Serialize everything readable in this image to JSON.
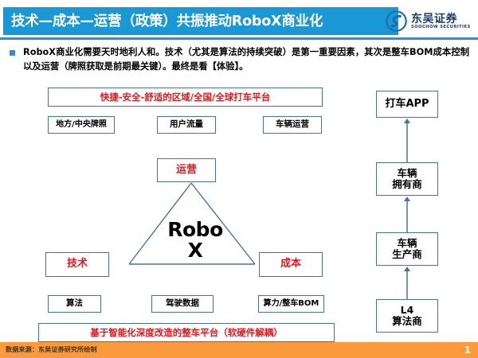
{
  "header": {
    "title": "技术—成本—运营（政策）共振推动RoboX商业化",
    "bar_color": "#1a97d5",
    "logo": {
      "name_cn": "东吴证券",
      "name_en": "SOOCHOW SECURITIES",
      "mark_icon": "soochow-swirl-icon",
      "color": "#1b3a67"
    }
  },
  "bullet": {
    "marker_icon": "square-bullet-icon",
    "marker_color": "#2f8fd0",
    "text": "RoboX商业化需要天时地利人和。技术（尤其是算法的持续突破）是第一重要因素，其次是整车BOM成本控制以及运营（牌照获取是前期最关键）。最终是看【体验】。"
  },
  "diagram": {
    "top_banner": {
      "label": "快捷-安全-舒适的区域/全国/全球打车平台",
      "color": "#e8161b"
    },
    "upper_boxes": [
      {
        "label": "地方/中央牌照"
      },
      {
        "label": "用户流量"
      },
      {
        "label": "车辆运营"
      }
    ],
    "triangle": {
      "center_line1": "Robo",
      "center_line2": "X",
      "top": {
        "label": "运营",
        "color": "#e8161b"
      },
      "left": {
        "label": "技术",
        "color": "#e8161b"
      },
      "right": {
        "label": "成本",
        "color": "#e8161b"
      }
    },
    "lower_boxes": [
      {
        "label": "算法"
      },
      {
        "label": "驾驶数据"
      },
      {
        "label": "算力/整车BOM"
      }
    ],
    "bottom_banner": {
      "label": "基于智能化深度改造的整车平台（软硬件解耦）",
      "color": "#e8161b"
    }
  },
  "value_chain": {
    "nodes": [
      {
        "line1": "打车APP",
        "line2": ""
      },
      {
        "line1": "车辆",
        "line2": "拥有商"
      },
      {
        "line1": "车辆",
        "line2": "生产商"
      },
      {
        "line1": "L4",
        "line2": "算法商"
      }
    ],
    "arrow_icon": "arrow-up-icon",
    "arrow_color": "#4472a8"
  },
  "footer": {
    "source": "数据来源：东吴证券研究所绘制",
    "page_number": "1",
    "bar_color": "#fb9a3c"
  }
}
